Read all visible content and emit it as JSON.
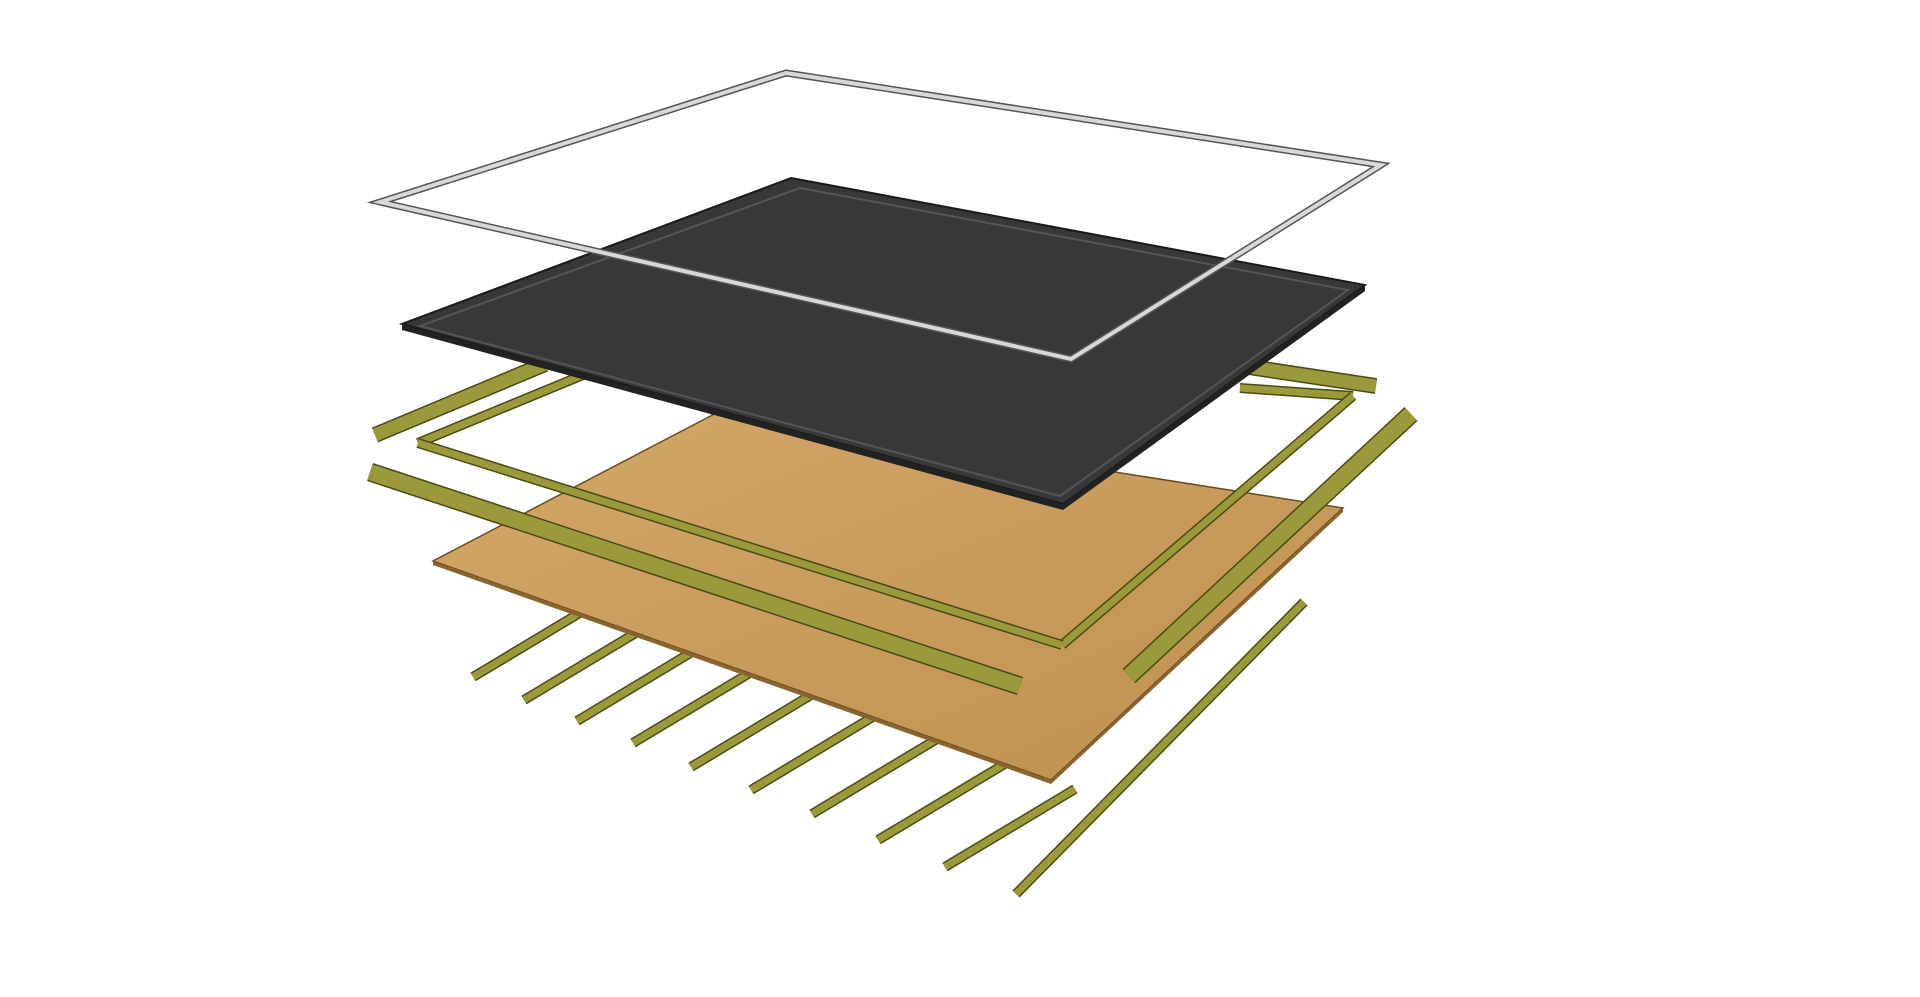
{
  "colors": {
    "background": "#ffffff",
    "aluminium_frame": "#c8c8c8",
    "membrane": "#383838",
    "osb_board": "#c79a5a",
    "timber": "#9a9a3c",
    "timber_edge": "#4a4a14"
  },
  "layers": [
    "aluminium-trim-frame",
    "rubber-membrane",
    "timber-batten-frame",
    "osb-deck-board",
    "timber-joists"
  ]
}
